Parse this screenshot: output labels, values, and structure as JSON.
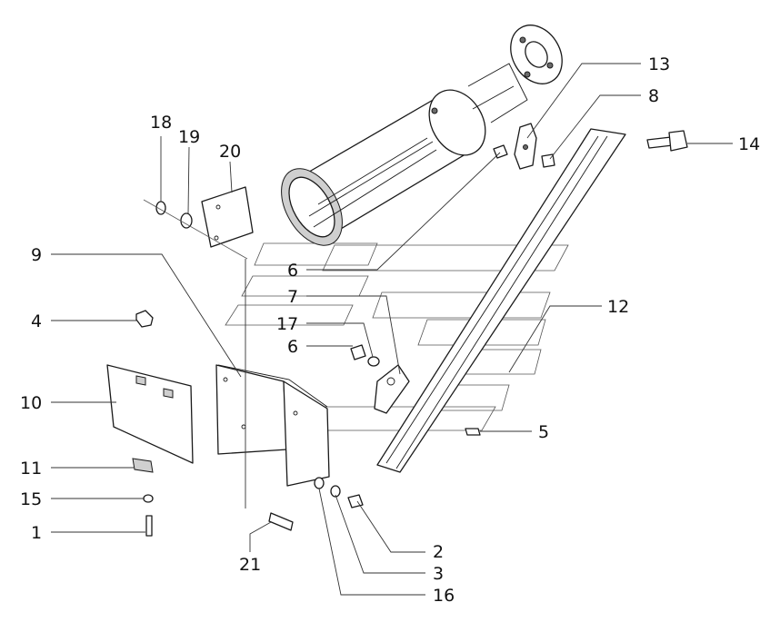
{
  "callouts": [
    {
      "id": "1",
      "text": "1"
    },
    {
      "id": "2",
      "text": "2"
    },
    {
      "id": "3",
      "text": "3"
    },
    {
      "id": "4",
      "text": "4"
    },
    {
      "id": "5",
      "text": "5"
    },
    {
      "id": "6a",
      "text": "6"
    },
    {
      "id": "6b",
      "text": "6"
    },
    {
      "id": "7",
      "text": "7"
    },
    {
      "id": "8",
      "text": "8"
    },
    {
      "id": "9",
      "text": "9"
    },
    {
      "id": "10",
      "text": "10"
    },
    {
      "id": "11",
      "text": "11"
    },
    {
      "id": "12",
      "text": "12"
    },
    {
      "id": "13",
      "text": "13"
    },
    {
      "id": "14",
      "text": "14"
    },
    {
      "id": "15",
      "text": "15"
    },
    {
      "id": "16",
      "text": "16"
    },
    {
      "id": "17",
      "text": "17"
    },
    {
      "id": "18",
      "text": "18"
    },
    {
      "id": "19",
      "text": "19"
    },
    {
      "id": "20",
      "text": "20"
    },
    {
      "id": "21",
      "text": "21"
    }
  ]
}
